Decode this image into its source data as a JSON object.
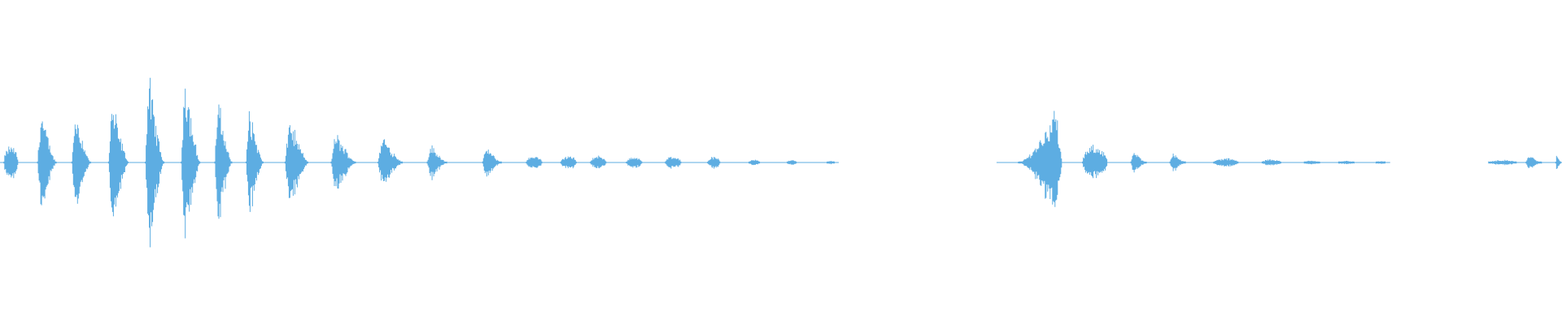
{
  "waveform": {
    "color": "#5DADE2",
    "duration_normalized": 1.0,
    "bursts": [
      {
        "t": 0.007,
        "w": 0.009,
        "a": 0.1,
        "shape": "plateau"
      },
      {
        "t": 0.03,
        "w": 0.012,
        "a": 0.33,
        "shape": "spike-decay"
      },
      {
        "t": 0.052,
        "w": 0.012,
        "a": 0.33,
        "shape": "spike-decay"
      },
      {
        "t": 0.076,
        "w": 0.013,
        "a": 0.38,
        "shape": "spike-decay"
      },
      {
        "t": 0.099,
        "w": 0.012,
        "a": 0.55,
        "shape": "spike-decay"
      },
      {
        "t": 0.122,
        "w": 0.012,
        "a": 0.58,
        "shape": "spike-decay"
      },
      {
        "t": 0.143,
        "w": 0.011,
        "a": 0.4,
        "shape": "spike-decay"
      },
      {
        "t": 0.163,
        "w": 0.011,
        "a": 0.35,
        "shape": "spike-decay"
      },
      {
        "t": 0.19,
        "w": 0.015,
        "a": 0.28,
        "shape": "spike-decay"
      },
      {
        "t": 0.22,
        "w": 0.016,
        "a": 0.19,
        "shape": "spike-decay"
      },
      {
        "t": 0.25,
        "w": 0.016,
        "a": 0.17,
        "shape": "spike-decay"
      },
      {
        "t": 0.28,
        "w": 0.013,
        "a": 0.11,
        "shape": "spike-decay"
      },
      {
        "t": 0.315,
        "w": 0.012,
        "a": 0.1,
        "shape": "spike-decay"
      },
      {
        "t": 0.342,
        "w": 0.01,
        "a": 0.04,
        "shape": "plateau"
      },
      {
        "t": 0.364,
        "w": 0.01,
        "a": 0.04,
        "shape": "plateau"
      },
      {
        "t": 0.383,
        "w": 0.01,
        "a": 0.04,
        "shape": "plateau"
      },
      {
        "t": 0.406,
        "w": 0.01,
        "a": 0.035,
        "shape": "plateau"
      },
      {
        "t": 0.431,
        "w": 0.01,
        "a": 0.04,
        "shape": "plateau"
      },
      {
        "t": 0.457,
        "w": 0.008,
        "a": 0.035,
        "shape": "plateau"
      },
      {
        "t": 0.483,
        "w": 0.007,
        "a": 0.02,
        "shape": "plateau"
      },
      {
        "t": 0.507,
        "w": 0.006,
        "a": 0.015,
        "shape": "plateau"
      },
      {
        "t": 0.532,
        "w": 0.005,
        "a": 0.01,
        "shape": "plateau"
      },
      {
        "t": 0.666,
        "w": 0.028,
        "a": 0.34,
        "shape": "ramp-up"
      },
      {
        "t": 0.701,
        "w": 0.016,
        "a": 0.1,
        "shape": "plateau"
      },
      {
        "t": 0.729,
        "w": 0.01,
        "a": 0.07,
        "shape": "spike-decay"
      },
      {
        "t": 0.754,
        "w": 0.01,
        "a": 0.07,
        "shape": "spike-decay"
      },
      {
        "t": 0.785,
        "w": 0.016,
        "a": 0.025,
        "shape": "plateau"
      },
      {
        "t": 0.814,
        "w": 0.012,
        "a": 0.02,
        "shape": "plateau"
      },
      {
        "t": 0.84,
        "w": 0.01,
        "a": 0.012,
        "shape": "plateau"
      },
      {
        "t": 0.862,
        "w": 0.01,
        "a": 0.01,
        "shape": "plateau"
      },
      {
        "t": 0.884,
        "w": 0.006,
        "a": 0.008,
        "shape": "plateau"
      },
      {
        "t": 0.962,
        "w": 0.018,
        "a": 0.015,
        "shape": "plateau"
      },
      {
        "t": 0.982,
        "w": 0.01,
        "a": 0.05,
        "shape": "spike-decay"
      },
      {
        "t": 0.998,
        "w": 0.004,
        "a": 0.05,
        "shape": "spike-decay"
      }
    ],
    "baseline_segments": [
      [
        0.0,
        0.537
      ],
      [
        0.638,
        0.89
      ],
      [
        0.953,
        1.0
      ]
    ]
  }
}
